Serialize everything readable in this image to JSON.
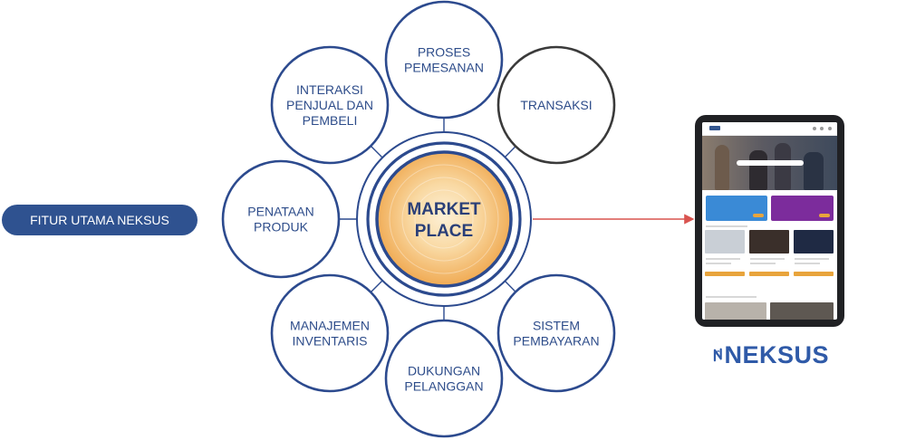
{
  "pill": {
    "label": "FITUR UTAMA NEKSUS"
  },
  "center": {
    "lines": [
      "MARKET",
      "PLACE"
    ]
  },
  "satellites": [
    {
      "id": "proses-pemesanan",
      "lines": [
        "PROSES",
        "PEMESANAN"
      ],
      "style": "blue"
    },
    {
      "id": "transaksi",
      "lines": [
        "TRANSAKSI"
      ],
      "style": "dark"
    },
    {
      "id": "sistem-pembayaran",
      "lines": [
        "SISTEM",
        "PEMBAYARAN"
      ],
      "style": "blue"
    },
    {
      "id": "dukungan-pelanggan",
      "lines": [
        "DUKUNGAN",
        "PELANGGAN"
      ],
      "style": "blue"
    },
    {
      "id": "manajemen-inventaris",
      "lines": [
        "MANAJEMEN",
        "INVENTARIS"
      ],
      "style": "blue"
    },
    {
      "id": "penataan-produk",
      "lines": [
        "PENATAAN",
        "PRODUK"
      ],
      "style": "blue"
    },
    {
      "id": "interaksi-penjual-pembeli",
      "lines": [
        "INTERAKSI",
        "PENJUAL DAN",
        "PEMBELI"
      ],
      "style": "blue"
    }
  ],
  "colors": {
    "ring": "#2c4a8e",
    "dark_ring": "#3a3a3a",
    "pill": "#2f5290",
    "core_light": "#fdf0d6",
    "core_dark": "#f1b25a",
    "arrow": "#d9534f"
  },
  "brand": {
    "name": "NEKSUS",
    "icon": "neksus-logo-icon"
  }
}
